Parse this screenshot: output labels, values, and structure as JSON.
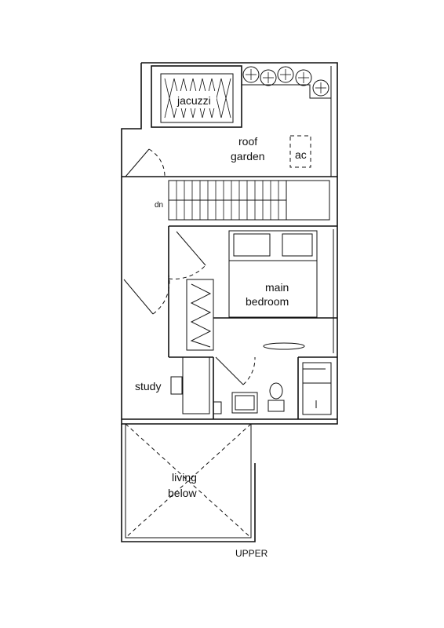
{
  "floor_plan": {
    "rooms": {
      "jacuzzi": "jacuzzi",
      "roof_garden_line1": "roof",
      "roof_garden_line2": "garden",
      "ac": "ac",
      "stair_dn": "dn",
      "main_bedroom_line1": "main",
      "main_bedroom_line2": "bedroom",
      "study": "study",
      "living_below_line1": "living",
      "living_below_line2": "below"
    },
    "level_caption": "UPPER"
  }
}
